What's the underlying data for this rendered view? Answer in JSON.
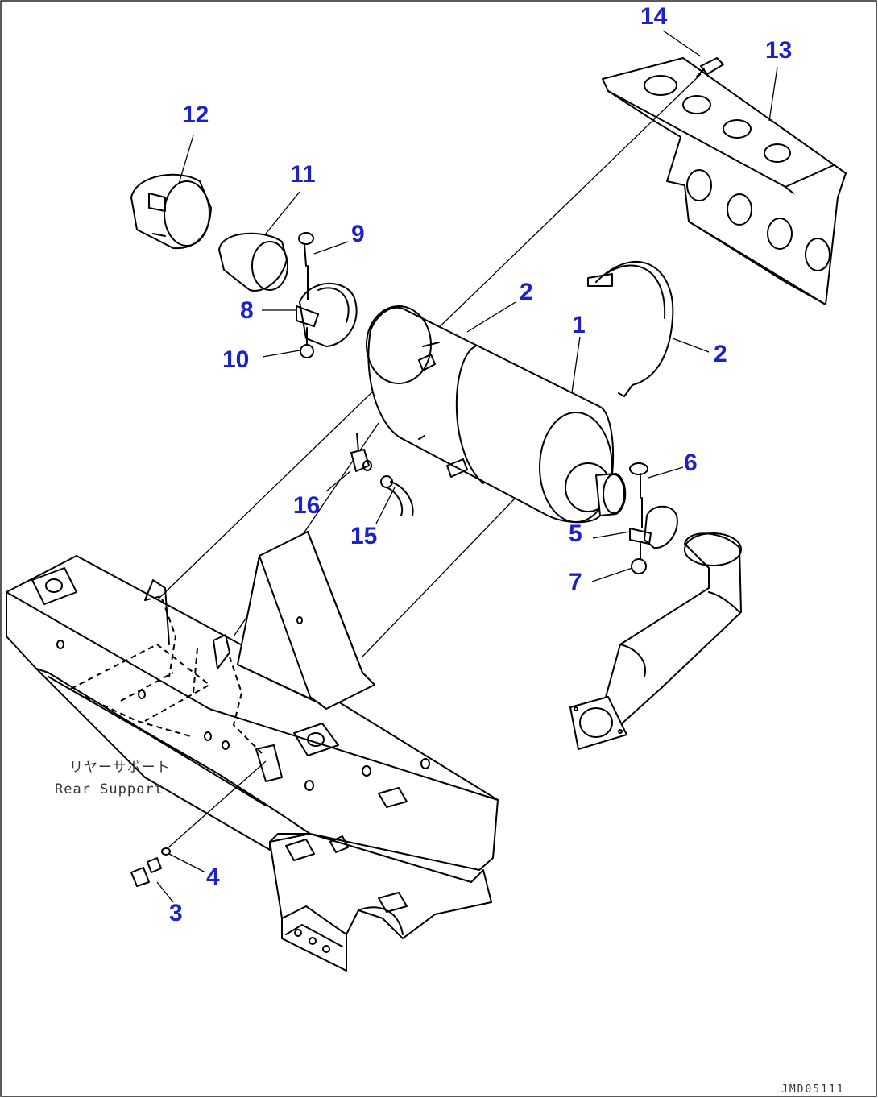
{
  "callouts": {
    "c1": "1",
    "c2a": "2",
    "c2b": "2",
    "c3": "3",
    "c4": "4",
    "c5": "5",
    "c6": "6",
    "c7": "7",
    "c8": "8",
    "c9": "9",
    "c10": "10",
    "c11": "11",
    "c12": "12",
    "c13": "13",
    "c14": "14",
    "c15": "15",
    "c16": "16"
  },
  "annotation": {
    "jp": "リヤーサポート",
    "en": "Rear Support"
  },
  "drawing_code": "JMD05111",
  "colors": {
    "callout": "#1a22c8",
    "line": "#000000"
  }
}
